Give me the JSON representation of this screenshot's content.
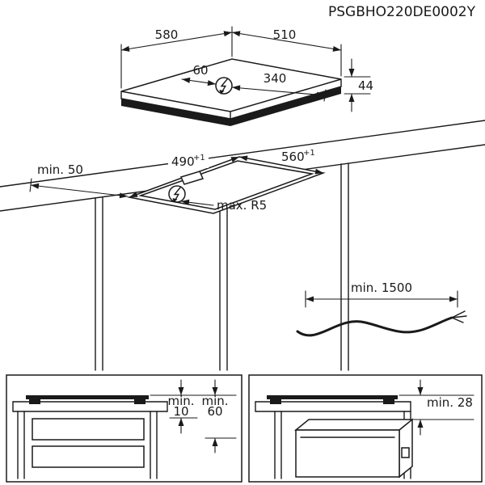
{
  "document_code": "PSGBHO220DE0002Y",
  "hob_view": {
    "width_mm": "580",
    "depth_mm": "510",
    "connection_offset_left_mm": "60",
    "connection_offset_right_mm": "340",
    "height_mm": "44"
  },
  "cutout_view": {
    "edge_clearance": "min. 50",
    "cutout_width_mm": "490",
    "cutout_width_tolerance": "+1",
    "cutout_depth_mm": "560",
    "cutout_depth_tolerance": "+1",
    "corner_radius": "max. R5"
  },
  "cable_view": {
    "cable_length": "min. 1500"
  },
  "drawer_view": {
    "col1_label": "min.",
    "col1_value": "10",
    "col2_label": "min.",
    "col2_value": "60"
  },
  "oven_view": {
    "gap": "min. 28"
  }
}
